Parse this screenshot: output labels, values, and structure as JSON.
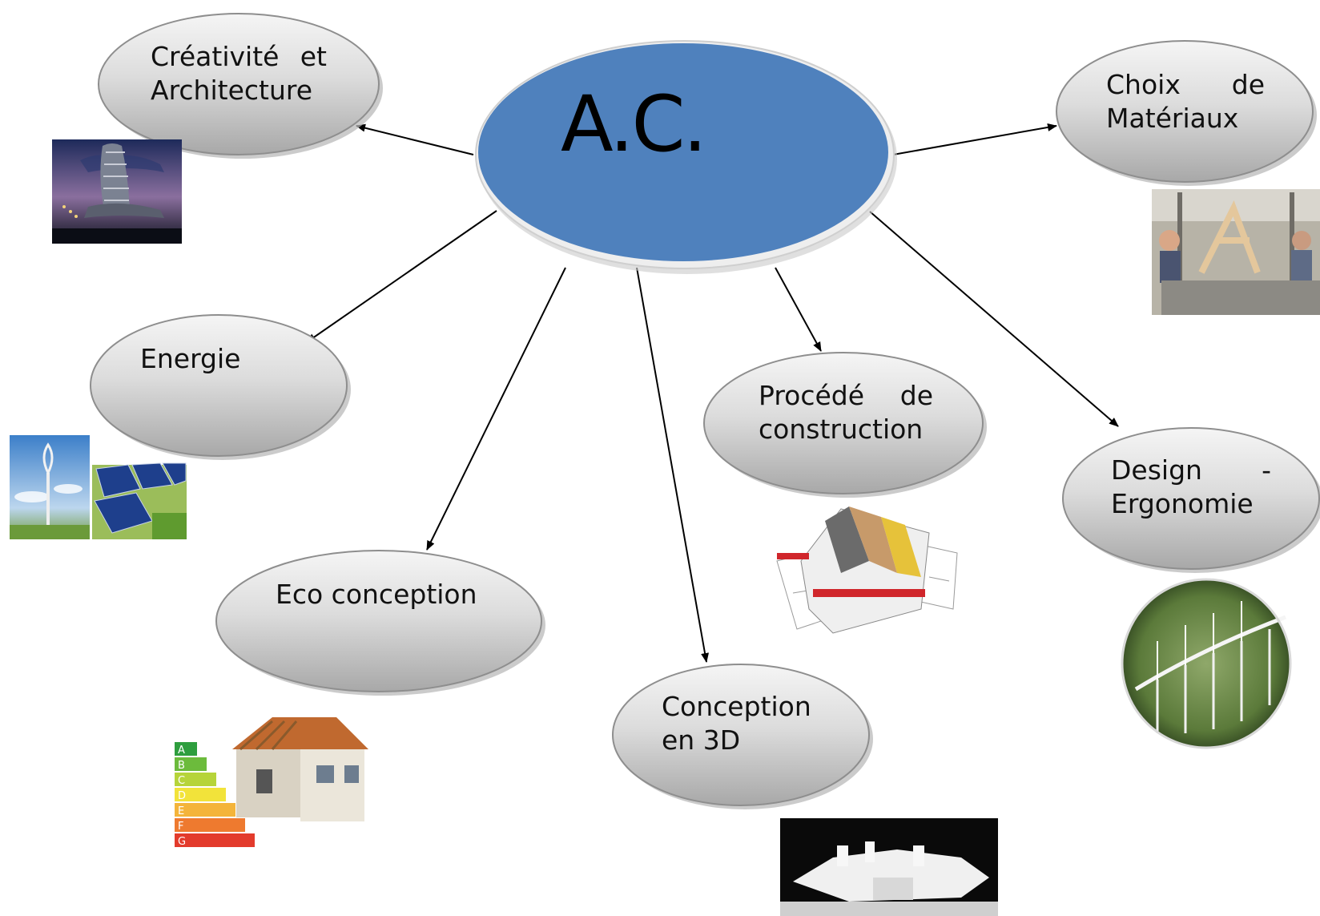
{
  "center": {
    "label": "A.C.",
    "fill": "#4f81bd"
  },
  "nodes": {
    "creativite": {
      "line1": "Créativité et",
      "line2": "Architecture"
    },
    "choix": {
      "line1": "Choix de",
      "line2": "Matériaux"
    },
    "energie": {
      "line1": "Energie"
    },
    "procede": {
      "line1": "Procédé de",
      "line2": "construction"
    },
    "design": {
      "line1": "Design -",
      "line2": "Ergonomie"
    },
    "eco": {
      "line1": "Eco conception"
    },
    "conception3d": {
      "line1": "Conception",
      "line2": "en 3D"
    }
  },
  "energy_label_letters": [
    "A",
    "B",
    "C",
    "D",
    "E",
    "F",
    "G"
  ],
  "colors": {
    "center": "#4f81bd",
    "node_top": "#f4f4f4",
    "node_bottom": "#a9a9a9",
    "arrow": "#000000",
    "energy_scale": [
      "#2e9e3e",
      "#6cbb3c",
      "#b6d43a",
      "#f2e33a",
      "#f4b43a",
      "#ee7a2f",
      "#e33b2c"
    ]
  }
}
